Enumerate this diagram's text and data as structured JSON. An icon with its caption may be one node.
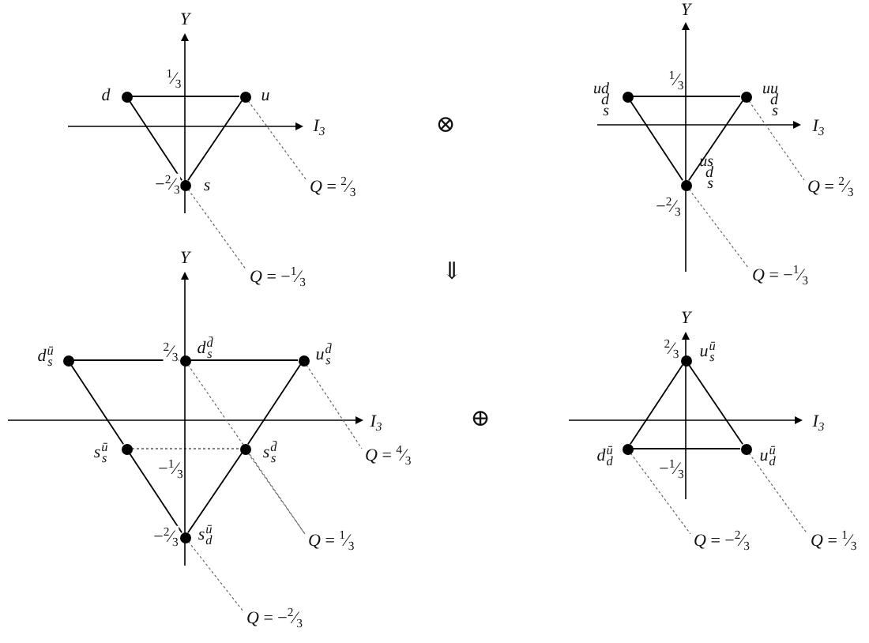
{
  "diagram": {
    "nodes": [
      {
        "text": [],
        "shape": "circle",
        "beside": [
          "d"
        ]
      },
      {
        "text": [],
        "shape": "circle",
        "beside": [
          "u"
        ]
      },
      {
        "text": [],
        "shape": "circle",
        "beside": [
          "s"
        ]
      },
      {
        "text": [
          "*Q* = $^{2}$⁄$_{3}$"
        ]
      },
      {
        "text": [
          "*Q* = −$^{1}$⁄$_{3}$"
        ]
      },
      {
        "text": [],
        "shape": "circle",
        "beside": [
          "ud d s"
        ]
      },
      {
        "text": [],
        "shape": "circle",
        "beside": [
          "uu d s"
        ]
      },
      {
        "text": [],
        "shape": "circle",
        "beside": [
          "us d s"
        ]
      },
      {
        "text": [
          "*Q* = $^{2}$⁄$_{3}$"
        ]
      },
      {
        "text": [
          "*Q* = −$^{1}$⁄$_{3}$"
        ]
      },
      {
        "text": [],
        "shape": "circle",
        "beside": [
          "d$^{ū}$$_{s}$"
        ]
      },
      {
        "text": [],
        "shape": "circle",
        "beside": [
          "d$^{d̄}$$_{s}$"
        ]
      },
      {
        "text": [],
        "shape": "circle",
        "beside": [
          "u$^{d̄}$$_{s}$"
        ]
      },
      {
        "text": [],
        "shape": "circle",
        "beside": [
          "s$^{ū}$$_{s}$"
        ]
      },
      {
        "text": [],
        "shape": "circle",
        "beside": [
          "s$^{d̄}$$_{s}$"
        ]
      },
      {
        "text": [],
        "shape": "circle",
        "beside": [
          "s$^{ū}$$_{d}$"
        ]
      },
      {
        "text": [
          "*Q* = $^{4}$⁄$_{3}$"
        ]
      },
      {
        "text": [
          "*Q* = $^{1}$⁄$_{3}$"
        ]
      },
      {
        "text": [
          "*Q* = −$^{2}$⁄$_{3}$"
        ]
      },
      {
        "text": [],
        "shape": "circle",
        "beside": [
          "u$^{ū}$$_{s}$"
        ]
      },
      {
        "text": [],
        "shape": "circle",
        "beside": [
          "d$^{ū}$$_{d}$"
        ]
      },
      {
        "text": [],
        "shape": "circle",
        "beside": [
          "u$^{ū}$$_{d}$"
        ]
      },
      {
        "text": [
          "*Q* = −$^{2}$⁄$_{3}$"
        ]
      },
      {
        "text": [
          "*Q* = $^{1}$⁄$_{3}$"
        ]
      }
    ],
    "edges": [
      {
        "from": 0,
        "to": 1,
        "arrow": "none"
      },
      {
        "from": 0,
        "to": 2,
        "arrow": "none"
      },
      {
        "from": 1,
        "to": 2,
        "arrow": "none"
      },
      {
        "from": 1,
        "to": 3,
        "arrow": "none",
        "style": "dashed",
        "color": "#666666"
      },
      {
        "from": 2,
        "to": 4,
        "arrow": "none",
        "style": "dashed",
        "color": "#666666"
      },
      {
        "from": 5,
        "to": 6,
        "arrow": "none"
      },
      {
        "from": 5,
        "to": 7,
        "arrow": "none"
      },
      {
        "from": 6,
        "to": 7,
        "arrow": "none"
      },
      {
        "from": 6,
        "to": 8,
        "arrow": "none",
        "style": "dashed",
        "color": "#666666"
      },
      {
        "from": 7,
        "to": 9,
        "arrow": "none",
        "style": "dashed",
        "color": "#666666"
      },
      {
        "from": 10,
        "to": 11,
        "arrow": "none"
      },
      {
        "from": 11,
        "to": 12,
        "arrow": "none"
      },
      {
        "from": 10,
        "to": 13,
        "arrow": "none"
      },
      {
        "from": 13,
        "to": 15,
        "arrow": "none"
      },
      {
        "from": 12,
        "to": 14,
        "arrow": "none"
      },
      {
        "from": 14,
        "to": 15,
        "arrow": "none"
      },
      {
        "from": 13,
        "to": 14,
        "arrow": "none",
        "style": "dashed"
      },
      {
        "from": 12,
        "to": 16,
        "arrow": "none",
        "style": "dashed",
        "color": "#666666"
      },
      {
        "from": 11,
        "to": 17,
        "arrow": "none",
        "style": "dashed",
        "color": "#666666"
      },
      {
        "from": 14,
        "to": 17,
        "arrow": "none",
        "style": "dashed",
        "color": "#666666"
      },
      {
        "from": 15,
        "to": 18,
        "arrow": "none",
        "style": "dashed",
        "color": "#666666"
      },
      {
        "from": 19,
        "to": 20,
        "arrow": "none"
      },
      {
        "from": 19,
        "to": 21,
        "arrow": "none"
      },
      {
        "from": 20,
        "to": 21,
        "arrow": "none"
      },
      {
        "from": 20,
        "to": 22,
        "arrow": "none",
        "style": "dashed",
        "color": "#666666"
      },
      {
        "from": 21,
        "to": 23,
        "arrow": "none",
        "style": "dashed",
        "color": "#666666"
      }
    ],
    "labels": [
      "Y",
      "Y",
      "$^{1}$⁄$_{3}$",
      "$^{1}$⁄$_{3}$",
      "I$_{3}$",
      "⊗",
      "I$_{3}$",
      "−$^{2}$⁄$_{3}$",
      "−$^{2}$⁄$_{3}$",
      "⇓",
      "Y",
      "Y",
      "$^{2}$⁄$_{3}$",
      "$^{2}$⁄$_{3}$",
      "I$_{3}$",
      "⊕",
      "I$_{3}$",
      "−$^{1}$⁄$_{3}$",
      "−$^{1}$⁄$_{3}$",
      "−$^{2}$⁄$_{3}$"
    ]
  }
}
